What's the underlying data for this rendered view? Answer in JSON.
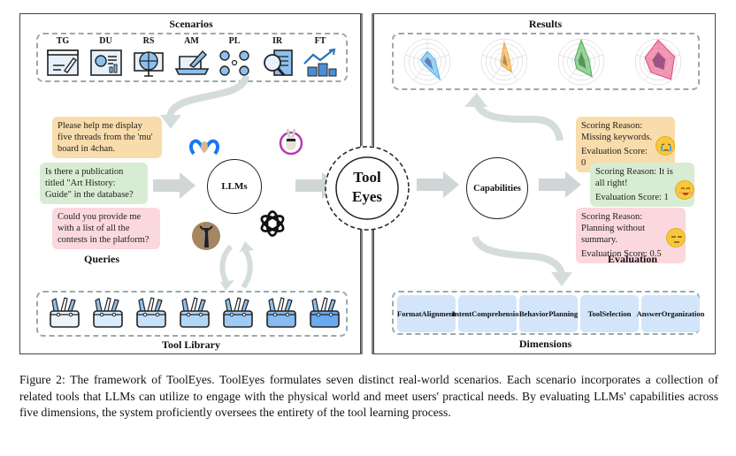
{
  "scenarios": {
    "title": "Scenarios",
    "items": [
      {
        "label": "TG",
        "icon": "text-generation-icon"
      },
      {
        "label": "DU",
        "icon": "data-understanding-icon"
      },
      {
        "label": "RS",
        "icon": "real-time-search-icon"
      },
      {
        "label": "AM",
        "icon": "application-manipulation-icon"
      },
      {
        "label": "PL",
        "icon": "personal-life-icon"
      },
      {
        "label": "IR",
        "icon": "information-retrieval-icon"
      },
      {
        "label": "FT",
        "icon": "financial-transactions-icon"
      }
    ]
  },
  "queries": {
    "title": "Queries",
    "items": [
      {
        "text": "Please help me display five threads from the 'mu' board in 4chan.",
        "color": "#f8dcab"
      },
      {
        "text": "Is there a publication titled \"Art History: Guide\" in the database?",
        "color": "#d8ecd3"
      },
      {
        "text": "Could you provide me with a  list of all the contests in the platform?",
        "color": "#fad8de"
      }
    ]
  },
  "llms": {
    "label": "LLMs",
    "models": [
      "meta-llama-icon",
      "vicuna-icon",
      "toolllama-icon",
      "openai-icon"
    ]
  },
  "tool_library": {
    "title": "Tool Library",
    "count": 7,
    "shades": [
      "#eaf4fd",
      "#d9ecfc",
      "#c6e1fa",
      "#b3d6f8",
      "#9ecaf6",
      "#86bcf3",
      "#6aaaf0"
    ]
  },
  "center": {
    "line1": "Tool",
    "line2": "Eyes"
  },
  "capabilities": {
    "label": "Capabilities"
  },
  "results": {
    "title": "Results",
    "radars": [
      {
        "color": "#4fb3e8",
        "dark": "#3b4a9a",
        "values": [
          0.45,
          0.35,
          0.95,
          0.2,
          0.3
        ]
      },
      {
        "color": "#f2a533",
        "dark": "#8a6a2a",
        "values": [
          0.85,
          0.25,
          0.55,
          0.2,
          0.15
        ]
      },
      {
        "color": "#4caf50",
        "dark": "#2e6b31",
        "values": [
          0.95,
          0.35,
          0.8,
          0.35,
          0.3
        ]
      },
      {
        "color": "#e6457a",
        "dark": "#6a2a66",
        "values": [
          0.95,
          0.75,
          0.95,
          0.55,
          0.6
        ]
      }
    ]
  },
  "evaluation": {
    "title": "Evaluation",
    "items": [
      {
        "reason": "Scoring Reason: Missing keywords.",
        "score": "Evaluation Score: 0",
        "emoji": "crying-face-icon"
      },
      {
        "reason": "Scoring Reason: It is all right!",
        "score": "Evaluation Score: 1",
        "emoji": "smiling-face-icon"
      },
      {
        "reason": "Scoring Reason: Planning without summary.",
        "score": "Evaluation Score: 0.5",
        "emoji": "expressionless-face-icon"
      }
    ]
  },
  "dimensions": {
    "title": "Dimensions",
    "items": [
      {
        "line1": "Format",
        "line2": "Alignment"
      },
      {
        "line1": "Intent",
        "line2": "Comprehension"
      },
      {
        "line1": "Behavior",
        "line2": "Planning"
      },
      {
        "line1": "Tool",
        "line2": "Selection"
      },
      {
        "line1": "Answer",
        "line2": "Organization"
      }
    ]
  },
  "caption": "Figure 2: The framework of ToolEyes. ToolEyes formulates seven distinct real-world scenarios. Each scenario incorporates a collection of related tools that LLMs can utilize to engage with the physical world and meet users' practical needs. By evaluating LLMs' capabilities across five dimensions, the system proficiently oversees the entirety of the tool learning process."
}
